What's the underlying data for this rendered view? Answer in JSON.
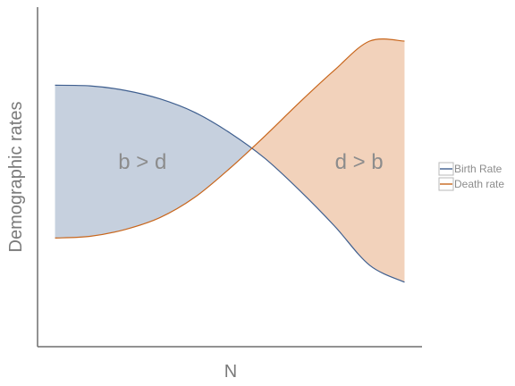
{
  "chart_data": {
    "type": "area",
    "title": "",
    "xlabel": "N",
    "ylabel": "Demographic rates",
    "x": [
      0,
      0.1,
      0.2,
      0.3,
      0.4,
      0.5,
      0.6,
      0.7,
      0.8,
      0.9,
      1.0
    ],
    "xlim": [
      -0.05,
      1.05
    ],
    "ylim": [
      0,
      1
    ],
    "grid": false,
    "legend_position": "right",
    "series": [
      {
        "name": "Birth Rate",
        "color": "#3f5f8f",
        "fill": "#c6d0de",
        "values": [
          0.77,
          0.768,
          0.755,
          0.73,
          0.69,
          0.63,
          0.555,
          0.46,
          0.355,
          0.24,
          0.19
        ]
      },
      {
        "name": "Death rate",
        "color": "#c8661c",
        "fill": "#f2d2bb",
        "values": [
          0.32,
          0.325,
          0.345,
          0.38,
          0.44,
          0.525,
          0.62,
          0.72,
          0.815,
          0.9,
          0.9
        ]
      }
    ],
    "annotations": [
      {
        "text": "b > d",
        "x": 0.25,
        "y": 0.545
      },
      {
        "text": "d > b",
        "x": 0.87,
        "y": 0.545
      }
    ]
  }
}
